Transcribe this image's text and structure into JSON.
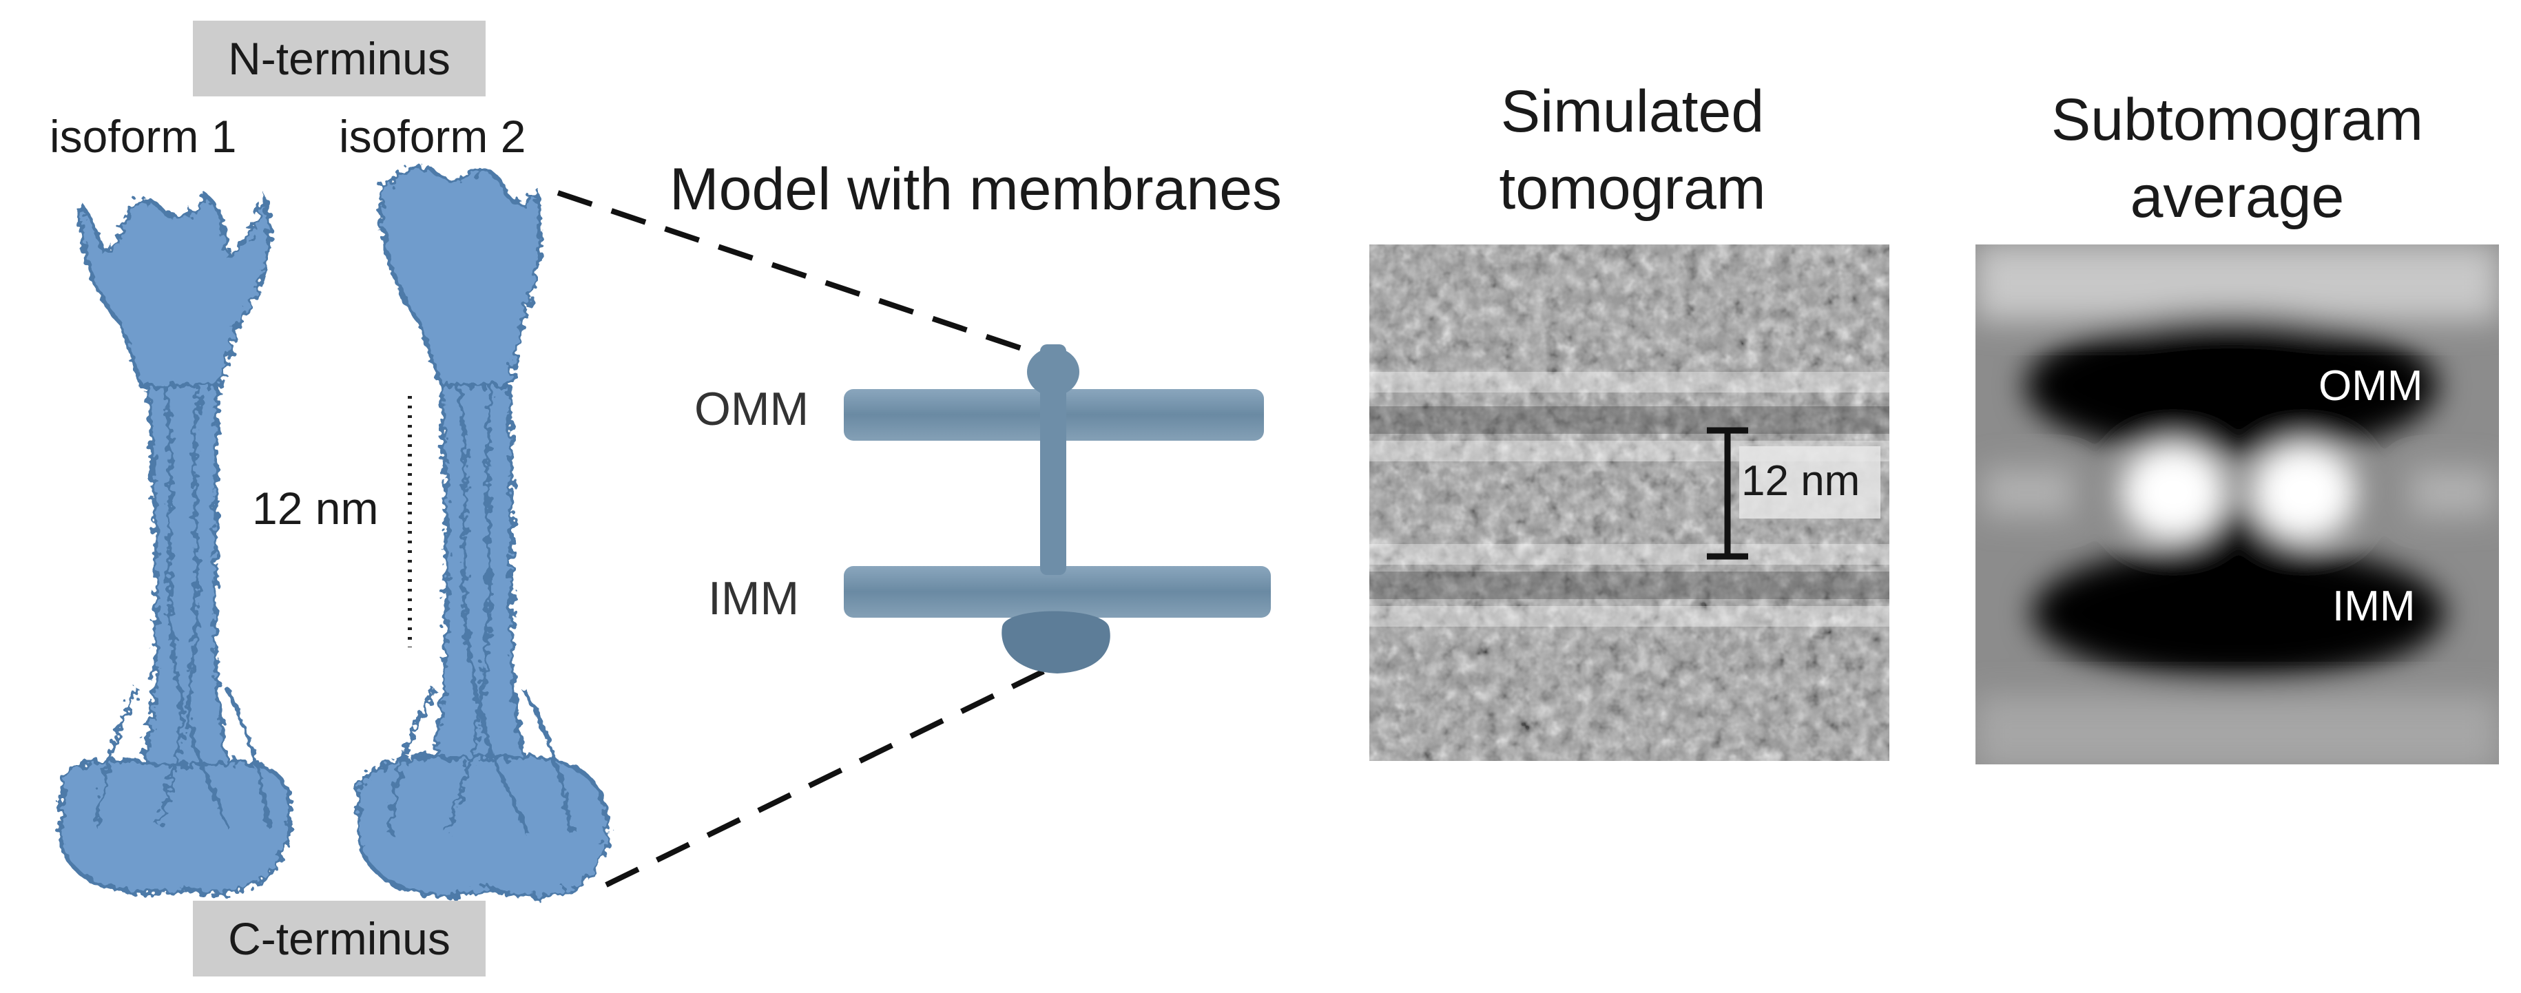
{
  "labels": {
    "n_terminus": "N-terminus",
    "c_terminus": "C-terminus",
    "isoform1": "isoform 1",
    "isoform2": "isoform 2",
    "distance_left": "12 nm",
    "model_title": "Model with membranes",
    "omm": "OMM",
    "imm": "IMM",
    "sim_title_line1": "Simulated",
    "sim_title_line2": "tomogram",
    "sim_distance": "12 nm",
    "avg_title_line1": "Subtomogram",
    "avg_title_line2": "average",
    "avg_omm": "OMM",
    "avg_imm": "IMM"
  },
  "colors": {
    "protein": "#6f9ccc",
    "protein_dark": "#4e7aa8",
    "membrane": "#6f8fa8",
    "label_box": "#cdcdcd"
  }
}
